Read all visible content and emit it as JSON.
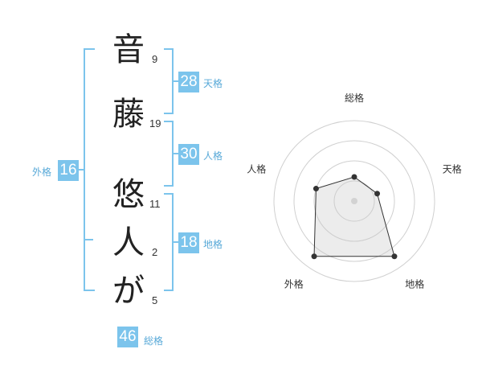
{
  "name": {
    "chars": [
      {
        "char": "音",
        "strokes": "9"
      },
      {
        "char": "藤",
        "strokes": "19"
      },
      {
        "char": "悠",
        "strokes": "11"
      },
      {
        "char": "人",
        "strokes": "2"
      },
      {
        "char": "が",
        "strokes": "5"
      }
    ]
  },
  "kakusu": {
    "tenkaku": {
      "value": "28",
      "label": "天格"
    },
    "jinkaku": {
      "value": "30",
      "label": "人格"
    },
    "chikaku": {
      "value": "18",
      "label": "地格"
    },
    "gaikaku": {
      "value": "16",
      "label": "外格"
    },
    "soukaku": {
      "value": "46",
      "label": "総格"
    }
  },
  "colors": {
    "accent": "#7cc4ec",
    "label": "#58a9d8"
  },
  "chart_data": {
    "type": "radar",
    "axes": [
      "総格",
      "天格",
      "地格",
      "外格",
      "人格"
    ],
    "values": [
      0.3,
      0.3,
      0.85,
      0.85,
      0.5
    ],
    "rings": 4,
    "rmax": 1
  }
}
